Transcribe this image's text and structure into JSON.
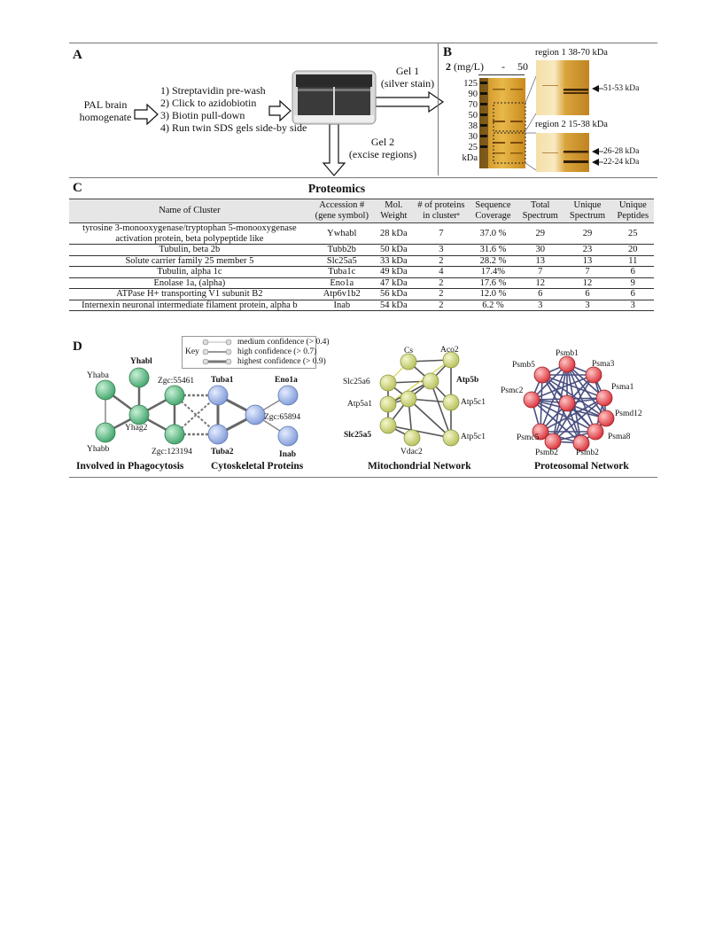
{
  "panelA": {
    "letter": "A",
    "input": [
      "PAL brain",
      "homogenate"
    ],
    "steps": [
      "1) Streptavidin pre-wash",
      "2) Click to azidobiotin",
      "3) Biotin pull-down",
      "4) Run twin SDS gels side-by side"
    ],
    "gel1": [
      "Gel 1",
      "(silver stain)"
    ],
    "gel2": [
      "Gel 2",
      "(excise regions)"
    ]
  },
  "panelB": {
    "letter": "B",
    "header_compound": "2",
    "header_unit": " (mg/L)",
    "header_conc": [
      "-",
      "50"
    ],
    "markers": [
      "125",
      "90",
      "70",
      "50",
      "38",
      "30",
      "25"
    ],
    "marker_unit": "kDa",
    "region1": "region 1 38-70 kDa",
    "region2": "region 2 15-38 kDa",
    "bands_r1": [
      "51-53 kDa"
    ],
    "bands_r2": [
      "26-28 kDa",
      "22-24 kDa"
    ]
  },
  "panelC": {
    "letter": "C",
    "title": "Proteomics",
    "headers": [
      [
        "Name of Cluster"
      ],
      [
        "Accession #",
        "(gene symbol)"
      ],
      [
        "Mol.",
        "Weight"
      ],
      [
        "# of proteins",
        "in clusterᵃ"
      ],
      [
        "Sequence",
        "Coverage"
      ],
      [
        "Total",
        "Spectrum"
      ],
      [
        "Unique",
        "Spectrum"
      ],
      [
        "Unique",
        "Peptides"
      ]
    ],
    "rows": [
      {
        "name": [
          "tyrosine 3-monooxygenase/tryptophan 5-monooxygenase",
          "activation protein, beta polypeptide like"
        ],
        "acc": "Ywhabl",
        "mw": "28 kDa",
        "n": "7",
        "cov": "37.0 %",
        "ts": "29",
        "us": "29",
        "up": "25"
      },
      {
        "name": [
          "Tubulin, beta 2b"
        ],
        "acc": "Tubb2b",
        "mw": "50 kDa",
        "n": "3",
        "cov": "31.6 %",
        "ts": "30",
        "us": "23",
        "up": "20"
      },
      {
        "name": [
          "Solute carrier family 25 member 5"
        ],
        "acc": "Slc25a5",
        "mw": "33 kDa",
        "n": "2",
        "cov": "28.2 %",
        "ts": "13",
        "us": "13",
        "up": "11"
      },
      {
        "name": [
          "Tubulin, alpha 1c"
        ],
        "acc": "Tuba1c",
        "mw": "49 kDa",
        "n": "4",
        "cov": "17.4%",
        "ts": "7",
        "us": "7",
        "up": "6"
      },
      {
        "name": [
          "Enolase 1a, (alpha)"
        ],
        "acc": "Eno1a",
        "mw": "47 kDa",
        "n": "2",
        "cov": "17.6 %",
        "ts": "12",
        "us": "12",
        "up": "9"
      },
      {
        "name": [
          "ATPase H+ transporting V1 subunit B2"
        ],
        "acc": "Atp6v1b2",
        "mw": "56 kDa",
        "n": "2",
        "cov": "12.0 %",
        "ts": "6",
        "us": "6",
        "up": "6"
      },
      {
        "name": [
          "Internexin neuronal intermediate filament protein, alpha b"
        ],
        "acc": "Inab",
        "mw": "54 kDa",
        "n": "2",
        "cov": "6.2 %",
        "ts": "3",
        "us": "3",
        "up": "3"
      }
    ]
  },
  "panelD": {
    "letter": "D",
    "key_label": "Key",
    "key_items": [
      "medium confidence (> 0.4)",
      "high confidence (> 0.7)",
      "highest confidence (> 0.9)"
    ],
    "net1": {
      "caption": "Involved in Phagocytosis",
      "nodes": [
        "Yhaba",
        "Yhabl",
        "Zgc:55461",
        "Yhag2",
        "Yhabb",
        "Zgc:123194"
      ]
    },
    "net2": {
      "caption": "Cytoskeletal Proteins",
      "nodes": [
        "Tuba1",
        "Eno1a",
        "Zgc:65894",
        "Tuba2",
        "Inab"
      ]
    },
    "net3": {
      "caption": "Mitochondrial Network",
      "nodes": [
        "Cs",
        "Aco2",
        "Slc25a6",
        "Atp5b",
        "Atp5a1",
        "Atp5c1",
        "Slc25a5",
        "Atp5c1",
        "Vdac2"
      ]
    },
    "net4": {
      "caption": "Proteosomal Network",
      "nodes": [
        "Psmb1",
        "Psmb5",
        "Psma3",
        "Psmc2",
        "Psma1",
        "Psmd12",
        "Psmc5",
        "Psma8",
        "Psmb2",
        "Psmb2"
      ]
    }
  },
  "colors": {
    "green": "#5fbf86",
    "blue": "#9fb8e8",
    "yellow": "#d9e08a",
    "red": "#e8545c"
  }
}
